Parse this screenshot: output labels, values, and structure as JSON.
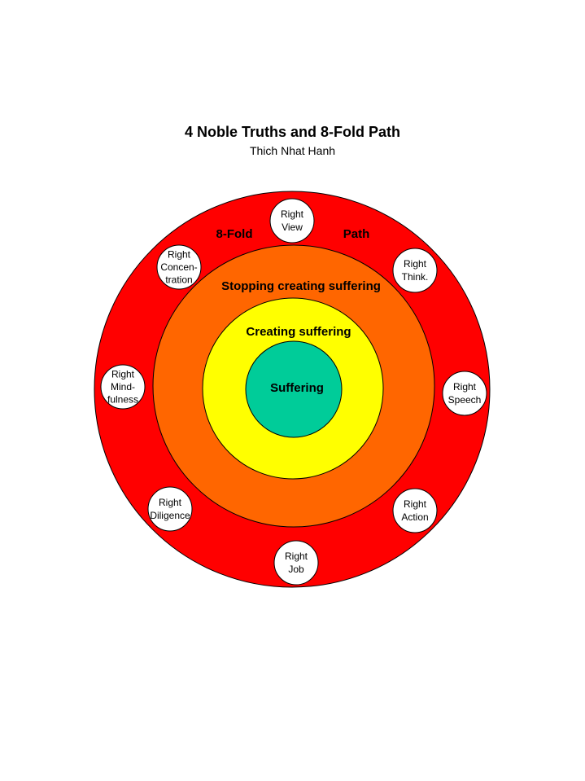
{
  "title": "4 Noble Truths and 8-Fold Path",
  "subtitle": "Thich Nhat Hanh",
  "colors": {
    "outer_ring": "#ff0000",
    "stopping_ring": "#ff6600",
    "creating_ring": "#ffff00",
    "suffering_core": "#00cc99",
    "node_fill": "#ffffff",
    "stroke": "#000000"
  },
  "rings": {
    "outer_label_left": "8-Fold",
    "outer_label_right": "Path",
    "stopping": "Stopping creating suffering",
    "creating": "Creating suffering",
    "core": "Suffering"
  },
  "path_nodes": [
    {
      "id": "view",
      "lines": [
        "Right",
        "View"
      ]
    },
    {
      "id": "think",
      "lines": [
        "Right",
        "Think."
      ]
    },
    {
      "id": "speech",
      "lines": [
        "Right",
        "Speech"
      ]
    },
    {
      "id": "action",
      "lines": [
        "Right",
        "Action"
      ]
    },
    {
      "id": "job",
      "lines": [
        "Right",
        "Job"
      ]
    },
    {
      "id": "diligence",
      "lines": [
        "Right",
        "Diligence"
      ]
    },
    {
      "id": "mindfulness",
      "lines": [
        "Right",
        "Mind-",
        "fulness"
      ]
    },
    {
      "id": "concentration",
      "lines": [
        "Right",
        "Concen-",
        "tration"
      ]
    }
  ]
}
